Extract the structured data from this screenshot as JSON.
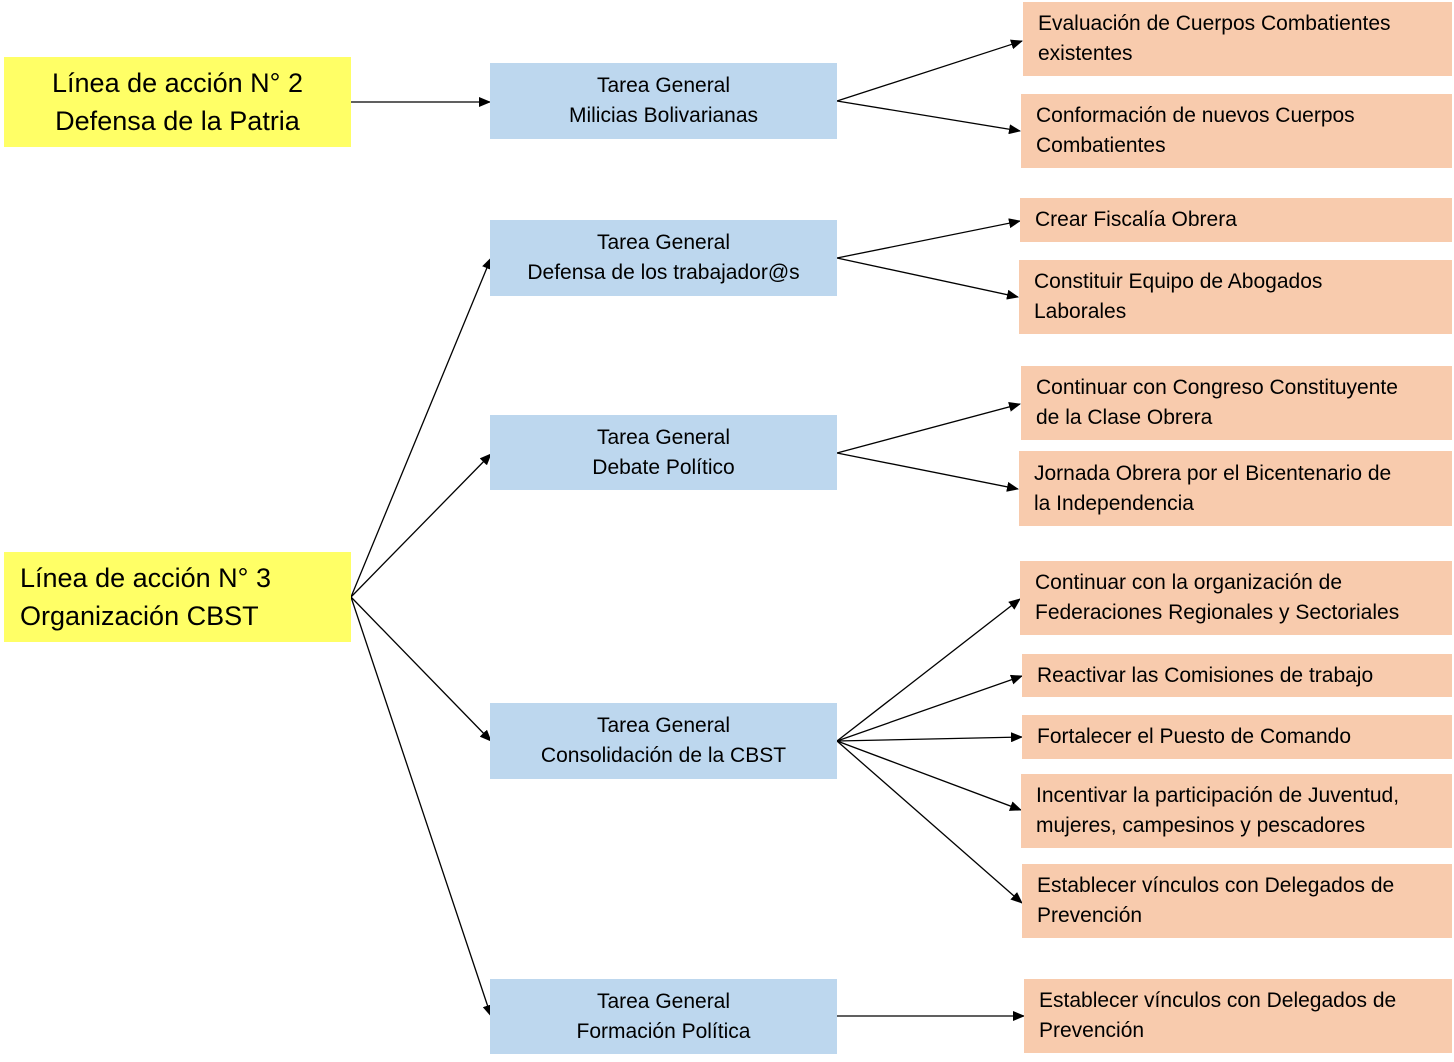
{
  "colors": {
    "action_fill": "#ffff66",
    "task_fill": "#bdd7ee",
    "item_fill": "#f8cbad",
    "arrow": "#000000"
  },
  "action_lines": [
    {
      "lines": [
        "Línea de acción N° 2",
        "Defensa de la Patria"
      ]
    },
    {
      "lines": [
        "Línea de acción N° 3",
        "Organización CBST"
      ]
    }
  ],
  "tasks": [
    {
      "lines": [
        "Tarea General",
        "Milicias Bolivarianas"
      ]
    },
    {
      "lines": [
        "Tarea General",
        "Defensa de los trabajador@s"
      ]
    },
    {
      "lines": [
        "Tarea General",
        "Debate Político"
      ]
    },
    {
      "lines": [
        "Tarea General",
        "Consolidación de la CBST"
      ]
    },
    {
      "lines": [
        "Tarea General",
        "Formación Política"
      ]
    }
  ],
  "items": [
    {
      "lines": [
        "Evaluación de Cuerpos Combatientes",
        "existentes"
      ]
    },
    {
      "lines": [
        "Conformación de nuevos Cuerpos",
        "Combatientes"
      ]
    },
    {
      "lines": [
        "Crear Fiscalía Obrera"
      ]
    },
    {
      "lines": [
        "Constituir Equipo de Abogados",
        "Laborales"
      ]
    },
    {
      "lines": [
        "Continuar con Congreso Constituyente",
        "de la Clase Obrera"
      ]
    },
    {
      "lines": [
        "Jornada Obrera por el Bicentenario de",
        "la Independencia"
      ]
    },
    {
      "lines": [
        "Continuar con la organización de",
        "Federaciones Regionales y Sectoriales"
      ]
    },
    {
      "lines": [
        "Reactivar las Comisiones de trabajo"
      ]
    },
    {
      "lines": [
        "Fortalecer el Puesto de Comando"
      ]
    },
    {
      "lines": [
        "Incentivar la participación de Juventud,",
        "mujeres, campesinos y pescadores"
      ]
    },
    {
      "lines": [
        "Establecer vínculos con Delegados de",
        "Prevención"
      ]
    },
    {
      "lines": [
        "Establecer vínculos con Delegados de",
        "Prevención"
      ]
    }
  ]
}
